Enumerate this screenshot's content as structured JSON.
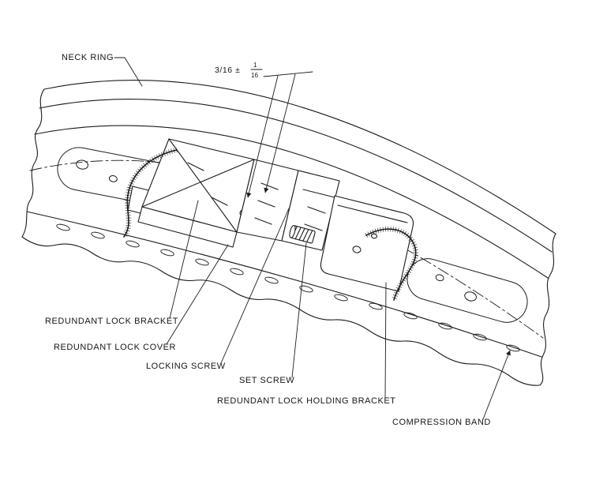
{
  "figure": {
    "type": "technical-line-drawing",
    "background": "#ffffff",
    "line_color": "#1c1c1c",
    "dimension": {
      "main": "3/16 ±",
      "numerator": "1",
      "denominator": "16"
    },
    "callouts": [
      {
        "id": "neck-ring",
        "label": "NECK RING"
      },
      {
        "id": "redundant-lock-bracket",
        "label": "REDUNDANT LOCK BRACKET"
      },
      {
        "id": "redundant-lock-cover",
        "label": "REDUNDANT LOCK COVER"
      },
      {
        "id": "locking-screw",
        "label": "LOCKING SCREW"
      },
      {
        "id": "set-screw",
        "label": "SET SCREW"
      },
      {
        "id": "redundant-lock-holding-bracket",
        "label": "REDUNDANT LOCK HOLDING BRACKET"
      },
      {
        "id": "compression-band",
        "label": "COMPRESSION BAND"
      }
    ]
  }
}
